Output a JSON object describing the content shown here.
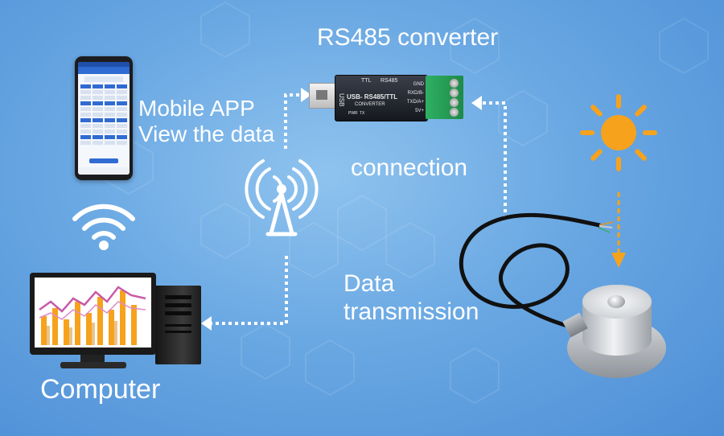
{
  "labels": {
    "converter_title": "RS485 converter",
    "mobile_line1": "Mobile APP",
    "mobile_line2": "View the data",
    "connection": "connection",
    "data_line1": "Data",
    "data_line2": "transmission",
    "computer": "Computer"
  },
  "converter_device": {
    "model": "USB- RS485/TTL",
    "subtitle": "CONVERTER",
    "port_label": "USB",
    "pins": [
      "GND",
      "RXD/B-",
      "TXD/A+",
      "5V+"
    ],
    "top_labels": [
      "TTL",
      "RS485"
    ],
    "leds": [
      "PWR",
      "TX"
    ]
  },
  "colors": {
    "background": "#6aa8e3",
    "sun": "#f7a21c",
    "arrow": "#ffffff",
    "text": "#ffffff"
  },
  "icons": [
    "smartphone-icon",
    "antenna-tower-icon",
    "wifi-icon",
    "sun-icon",
    "computer-icon",
    "usb-converter-icon",
    "solar-sensor-icon"
  ]
}
